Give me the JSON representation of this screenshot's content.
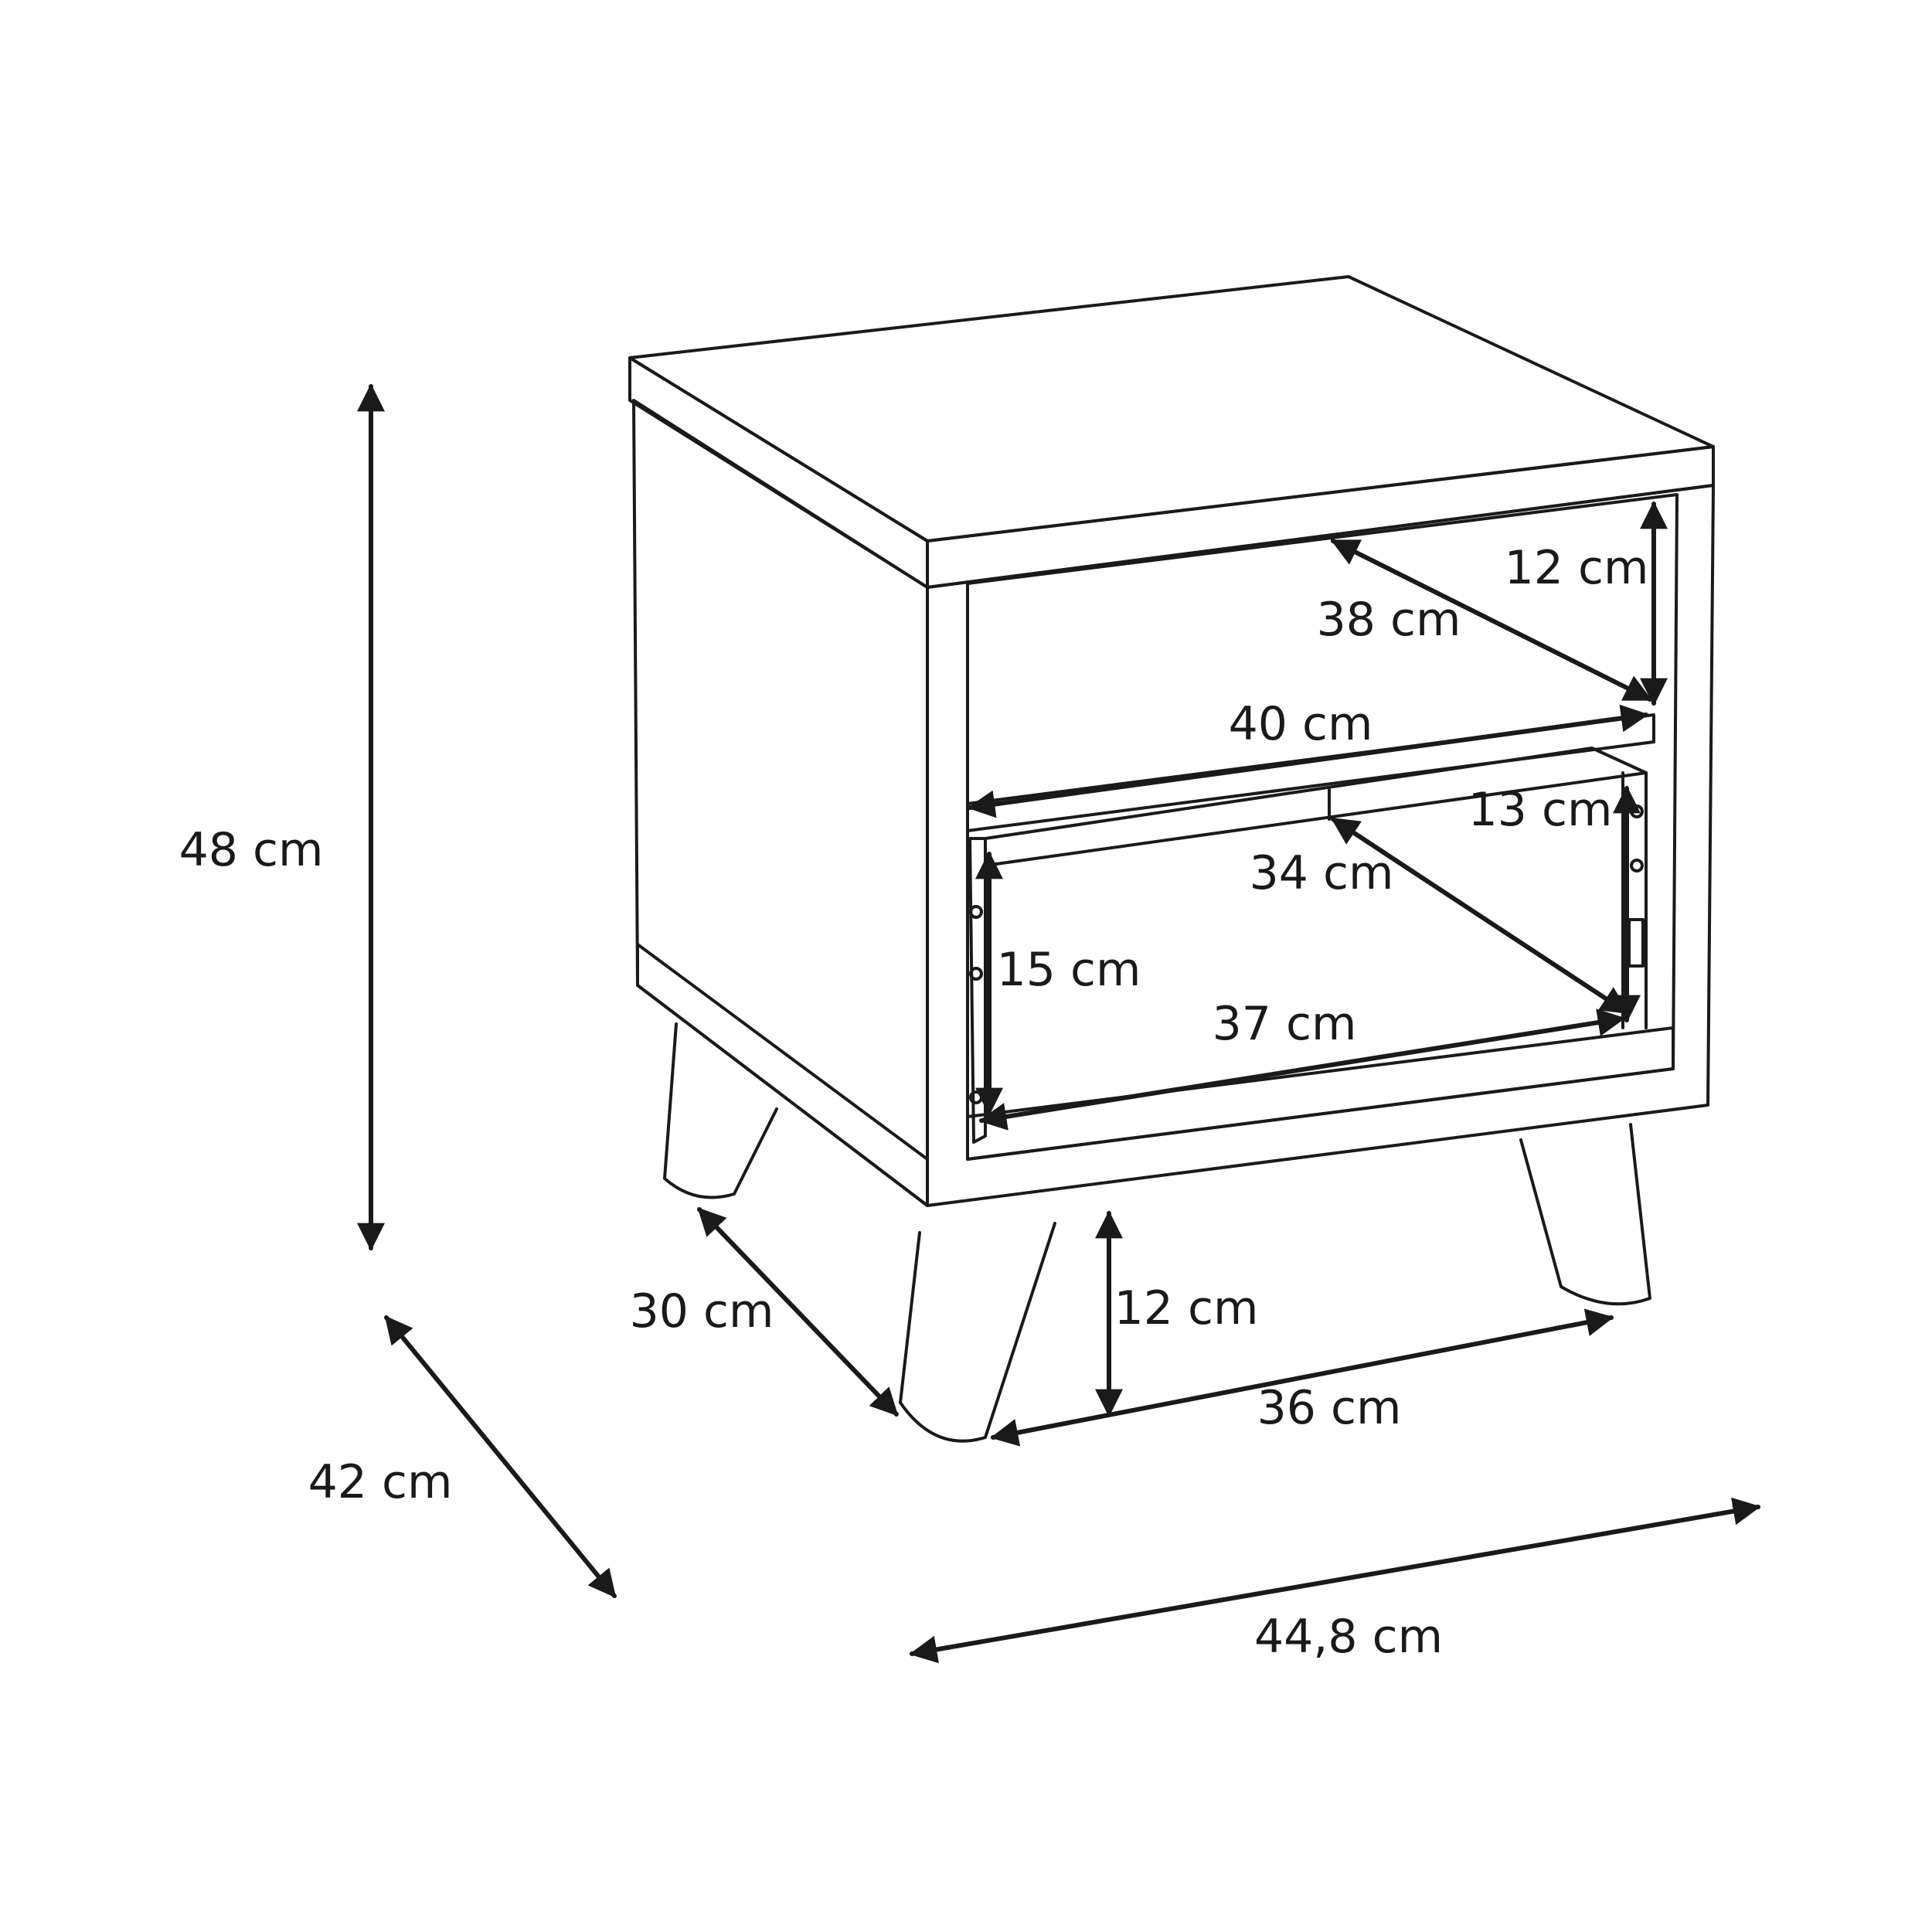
{
  "dimensions": {
    "overall_height": "48 cm",
    "overall_depth": "42 cm",
    "overall_width": "44,8 cm",
    "top_shelf_height": "12 cm",
    "top_shelf_depth": "38 cm",
    "top_shelf_width": "40 cm",
    "drawer_front_height": "13 cm",
    "drawer_depth": "34 cm",
    "drawer_height": "15 cm",
    "drawer_width": "37 cm",
    "leg_depth": "30 cm",
    "leg_height": "12 cm",
    "leg_span": "36 cm"
  },
  "colors": {
    "line": "#1a1a1a",
    "background": "#ffffff"
  }
}
